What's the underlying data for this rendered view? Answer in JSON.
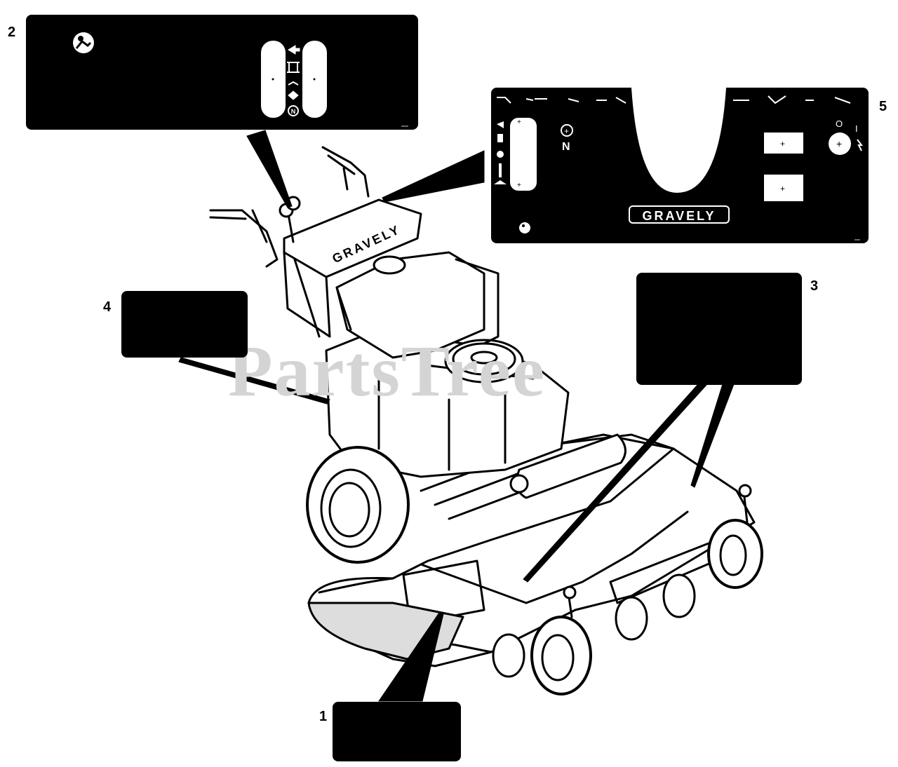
{
  "diagram": {
    "watermark": "PartsTree",
    "watermark_tm": "™",
    "brand_logo": "GRAVELY",
    "hood_logo": "GRAVELY",
    "callouts": [
      {
        "label": "1"
      },
      {
        "label": "2"
      },
      {
        "label": "3"
      },
      {
        "label": "4"
      },
      {
        "label": "5"
      }
    ],
    "decal2_symbols": {
      "neutral": "N"
    },
    "decal5_symbols": {
      "neutral": "N",
      "off": "O",
      "on": "I"
    }
  }
}
